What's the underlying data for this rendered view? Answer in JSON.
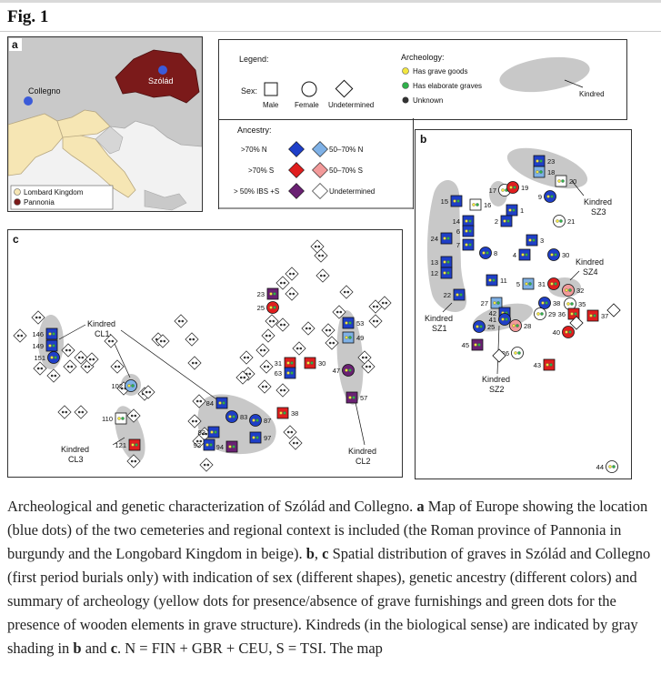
{
  "figure_label": "Fig. 1",
  "panel_a": {
    "label": "a",
    "places": [
      "Collegno",
      "Szólád"
    ],
    "legend": [
      "Lombard Kingdom",
      "Pannonia"
    ],
    "colors": {
      "lombard": "#f6e6b4",
      "pannonia": "#7b1a1a",
      "site": "#3b5bd9",
      "sea": "#f0f0f0",
      "land": "#c8c8c8"
    }
  },
  "legend_panel": {
    "legend_title": "Legend:",
    "sex_label": "Sex:",
    "sex_items": [
      "Male",
      "Female",
      "Undetermined"
    ],
    "ancestry_title": "Ancestry:",
    "ancestry_items": [
      ">70% N",
      "50–70% N",
      ">70% S",
      "50–70% S",
      "> 50% IBS +S",
      "Undetermined"
    ],
    "archeology_title": "Archeology:",
    "archeology_items": [
      "Has grave goods",
      "Has elaborate graves",
      "Unknown"
    ],
    "kindred_label": "Kindred",
    "colors": {
      "n70": "#1f3fc8",
      "n50": "#7fb1e6",
      "s70": "#e01f1f",
      "s50": "#f29a9a",
      "ibs": "#6a2173",
      "undet": "#ffffff",
      "goods": "#f2e640",
      "elab": "#2fb04a",
      "unknown": "#333333",
      "kindred": "#c8c8c8"
    }
  },
  "panel_b": {
    "label": "b",
    "kindred_labels": [
      "Kindred\nSZ3",
      "Kindred\nSZ4",
      "Kindred\nSZ1",
      "Kindred\nSZ2"
    ],
    "graves": [
      {
        "n": "23",
        "shape": "sq",
        "color": "n70"
      },
      {
        "n": "18",
        "shape": "sq",
        "color": "n50"
      },
      {
        "n": "20",
        "shape": "sq",
        "color": "undet"
      },
      {
        "n": "17",
        "shape": "ci",
        "color": "undet"
      },
      {
        "n": "19",
        "shape": "ci",
        "color": "s70"
      },
      {
        "n": "15",
        "shape": "sq",
        "color": "n70"
      },
      {
        "n": "16",
        "shape": "sq",
        "color": "undet"
      },
      {
        "n": "9",
        "shape": "ci",
        "color": "n70"
      },
      {
        "n": "1",
        "shape": "sq",
        "color": "n70"
      },
      {
        "n": "2",
        "shape": "sq",
        "color": "n70"
      },
      {
        "n": "14",
        "shape": "sq",
        "color": "n70"
      },
      {
        "n": "21",
        "shape": "ci",
        "color": "undet"
      },
      {
        "n": "24",
        "shape": "sq",
        "color": "n70"
      },
      {
        "n": "6",
        "shape": "sq",
        "color": "n70"
      },
      {
        "n": "3",
        "shape": "sq",
        "color": "n70"
      },
      {
        "n": "7",
        "shape": "sq",
        "color": "n70"
      },
      {
        "n": "8",
        "shape": "ci",
        "color": "n70"
      },
      {
        "n": "4",
        "shape": "sq",
        "color": "n70"
      },
      {
        "n": "30",
        "shape": "ci",
        "color": "n70"
      },
      {
        "n": "13",
        "shape": "sq",
        "color": "n70"
      },
      {
        "n": "12",
        "shape": "sq",
        "color": "n70"
      },
      {
        "n": "11",
        "shape": "sq",
        "color": "n70"
      },
      {
        "n": "5",
        "shape": "sq",
        "color": "n50"
      },
      {
        "n": "31",
        "shape": "ci",
        "color": "s70"
      },
      {
        "n": "32",
        "shape": "ci",
        "color": "s50"
      },
      {
        "n": "22",
        "shape": "sq",
        "color": "n70"
      },
      {
        "n": "27",
        "shape": "sq",
        "color": "n50"
      },
      {
        "n": "38",
        "shape": "ci",
        "color": "n70"
      },
      {
        "n": "35",
        "shape": "ci",
        "color": "undet"
      },
      {
        "n": "42",
        "shape": "sq",
        "color": "n70"
      },
      {
        "n": "29",
        "shape": "ci",
        "color": "undet"
      },
      {
        "n": "36",
        "shape": "sq",
        "color": "s70"
      },
      {
        "n": "37",
        "shape": "sq",
        "color": "s70"
      },
      {
        "n": "41",
        "shape": "ci",
        "color": "n70"
      },
      {
        "n": "25",
        "shape": "ci",
        "color": "n70"
      },
      {
        "n": "28",
        "shape": "ci",
        "color": "s50"
      },
      {
        "n": "40",
        "shape": "ci",
        "color": "s70"
      },
      {
        "n": "45",
        "shape": "sq",
        "color": "ibs"
      },
      {
        "n": "26",
        "shape": "ci",
        "color": "undet"
      },
      {
        "n": "43",
        "shape": "sq",
        "color": "s70"
      },
      {
        "n": "44",
        "shape": "ci",
        "color": "undet"
      }
    ]
  },
  "panel_c": {
    "label": "c",
    "kindred_labels": [
      "Kindred\nCL1",
      "Kindred\nCL3",
      "Kindred\nCL2"
    ],
    "graves": [
      {
        "n": "146",
        "shape": "sq",
        "color": "n70"
      },
      {
        "n": "149",
        "shape": "sq",
        "color": "n70"
      },
      {
        "n": "151",
        "shape": "ci",
        "color": "n70"
      },
      {
        "n": "102",
        "shape": "ci",
        "color": "n50"
      },
      {
        "n": "110",
        "shape": "sq",
        "color": "undet"
      },
      {
        "n": "121",
        "shape": "sq",
        "color": "s70"
      },
      {
        "n": "84",
        "shape": "sq",
        "color": "n70"
      },
      {
        "n": "83",
        "shape": "ci",
        "color": "n70"
      },
      {
        "n": "87",
        "shape": "ci",
        "color": "n70"
      },
      {
        "n": "93",
        "shape": "sq",
        "color": "n70"
      },
      {
        "n": "92",
        "shape": "sq",
        "color": "n70"
      },
      {
        "n": "94",
        "shape": "sq",
        "color": "ibs"
      },
      {
        "n": "97",
        "shape": "sq",
        "color": "n70"
      },
      {
        "n": "23",
        "shape": "sq",
        "color": "ibs"
      },
      {
        "n": "25",
        "shape": "ci",
        "color": "s70"
      },
      {
        "n": "31",
        "shape": "sq",
        "color": "s70"
      },
      {
        "n": "63",
        "shape": "sq",
        "color": "n70"
      },
      {
        "n": "30",
        "shape": "sq",
        "color": "s70"
      },
      {
        "n": "38",
        "shape": "sq",
        "color": "s70"
      },
      {
        "n": "53",
        "shape": "sq",
        "color": "n70"
      },
      {
        "n": "49",
        "shape": "sq",
        "color": "n50"
      },
      {
        "n": "47",
        "shape": "ci",
        "color": "ibs"
      },
      {
        "n": "57",
        "shape": "sq",
        "color": "ibs"
      }
    ]
  },
  "caption": {
    "p1": "Archeological and genetic characterization of Szólád and Collegno. ",
    "b_a": "a",
    "p2": " Map of Europe showing the location (blue dots) of the two cemeteries and regional context is included (the Roman province of Pannonia in burgundy and the Longobard Kingdom in beige). ",
    "b_b": "b",
    "p3": ", ",
    "b_c": "c",
    "p4": " Spatial distribution of graves in Szólád and Collegno (first period burials only) with indication of sex (different shapes), genetic ancestry (different colors) and summary of archeology (yellow dots for presence/absence of grave furnishings and green dots for the presence of wooden elements in grave structure). Kindreds (in the biological sense) are indicated by gray shading in ",
    "b_b2": "b",
    "p5": " and ",
    "b_c2": "c",
    "p6": ". N = FIN + GBR + CEU, S = TSI. The map"
  }
}
